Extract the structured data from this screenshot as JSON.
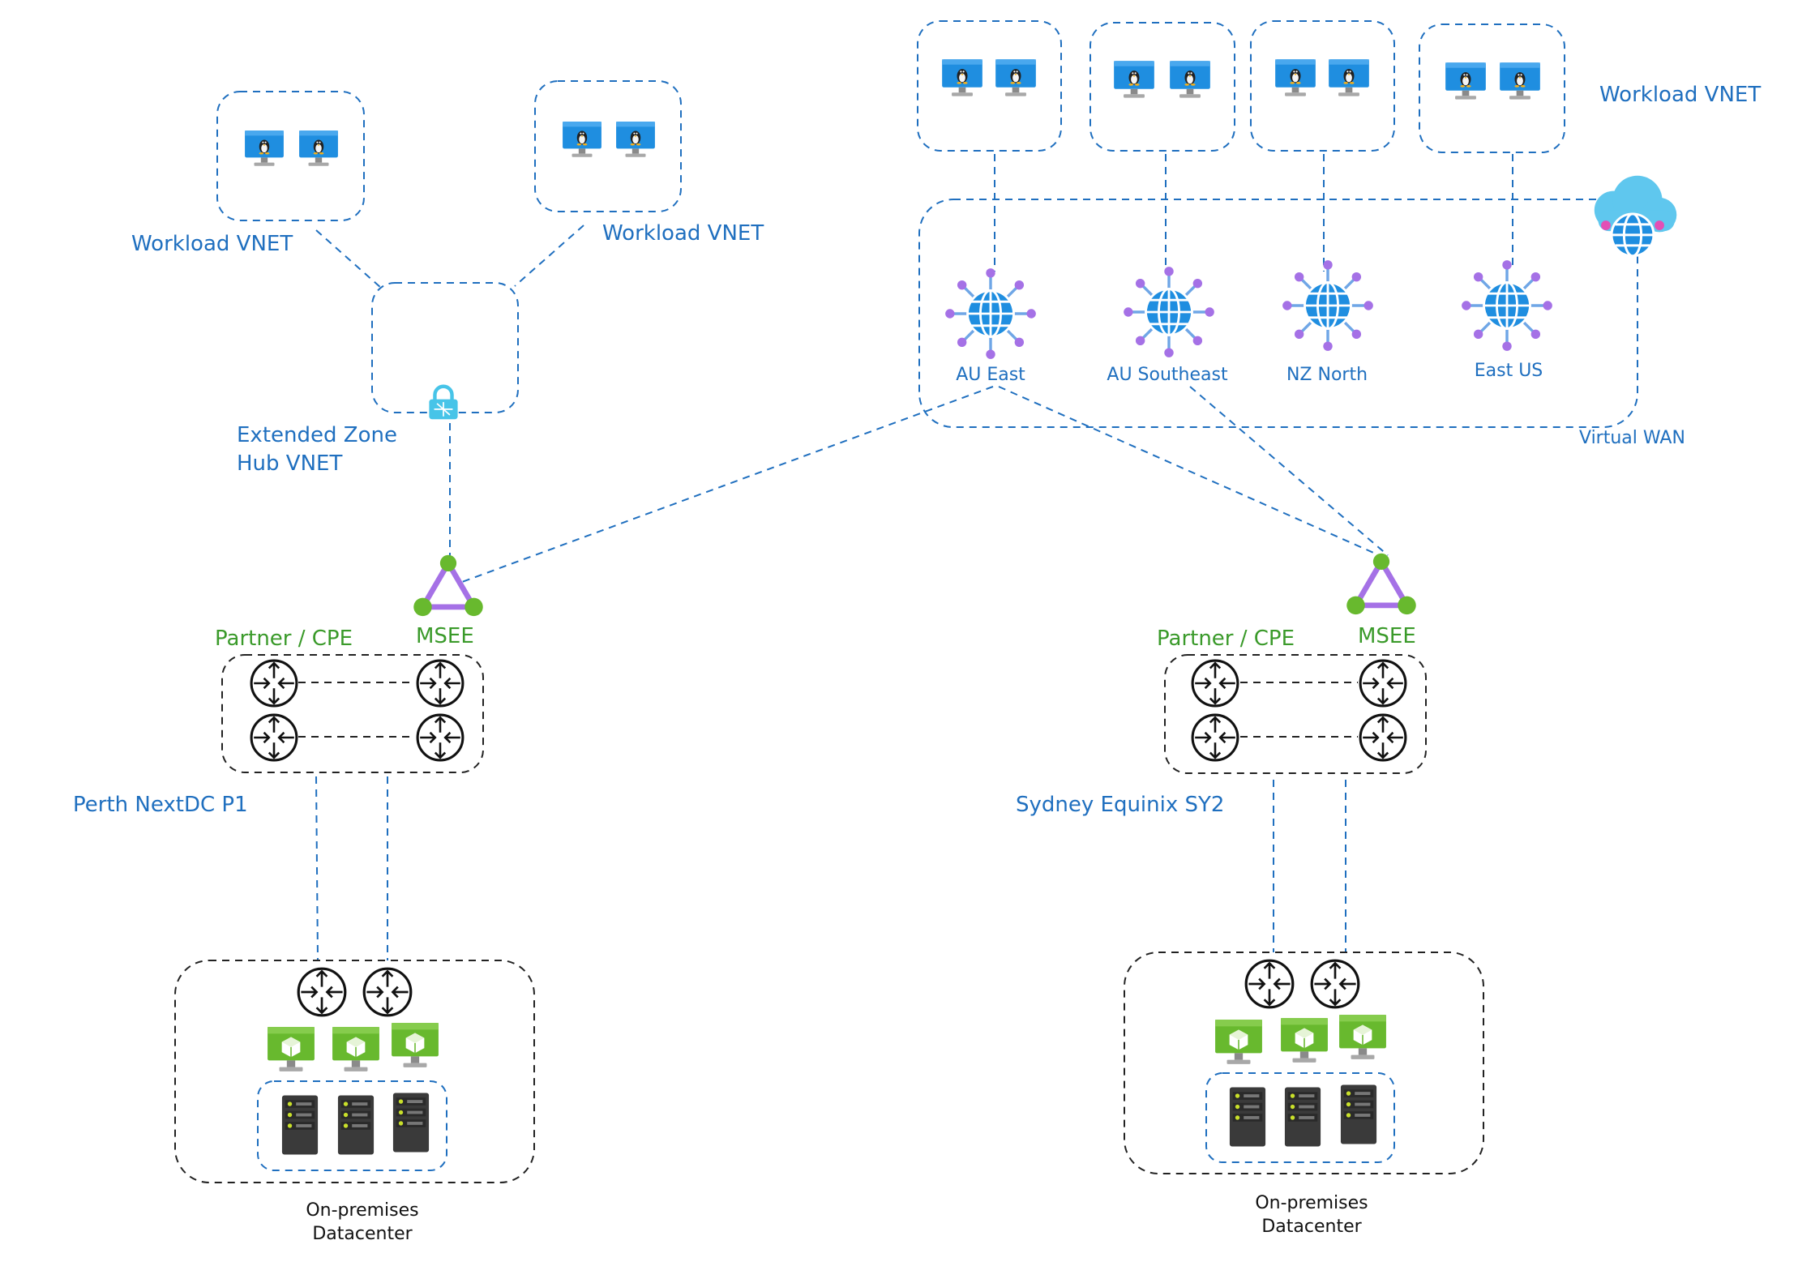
{
  "labels": {
    "workload_vnet_left": "Workload VNET",
    "workload_vnet_mid": "Workload VNET",
    "workload_vnet_right": "Workload VNET",
    "ext_zone_line1": "Extended Zone",
    "ext_zone_line2": "Hub VNET",
    "virtual_wan": "Virtual WAN",
    "partner_cpe_left": "Partner / CPE",
    "partner_cpe_right": "Partner / CPE",
    "msee_left": "MSEE",
    "msee_right": "MSEE",
    "perth": "Perth  NextDC P1",
    "sydney": "Sydney  Equinix SY2",
    "onprem_left_line1": "On-premises",
    "onprem_left_line2": "Datacenter",
    "onprem_right_line1": "On-premises",
    "onprem_right_line2": "Datacenter"
  },
  "hubs": [
    {
      "name": "AU East"
    },
    {
      "name": "AU Southeast"
    },
    {
      "name": "NZ North"
    },
    {
      "name": "East US"
    }
  ],
  "icons": {
    "vm": "linux-vm-icon",
    "hub": "virtual-hub-icon",
    "vwan": "virtual-wan-icon",
    "firewall": "firewall-lock-icon",
    "msee": "msee-triangle-icon",
    "router": "router-icon",
    "green_vm": "green-vm-icon",
    "server": "server-rack-icon"
  },
  "colors": {
    "azure_blue": "#1f6fbf",
    "partner_green": "#3a9a2a",
    "hub_purple": "#a571e6",
    "msee_green": "#68b92e",
    "dashed_black": "#222222"
  }
}
